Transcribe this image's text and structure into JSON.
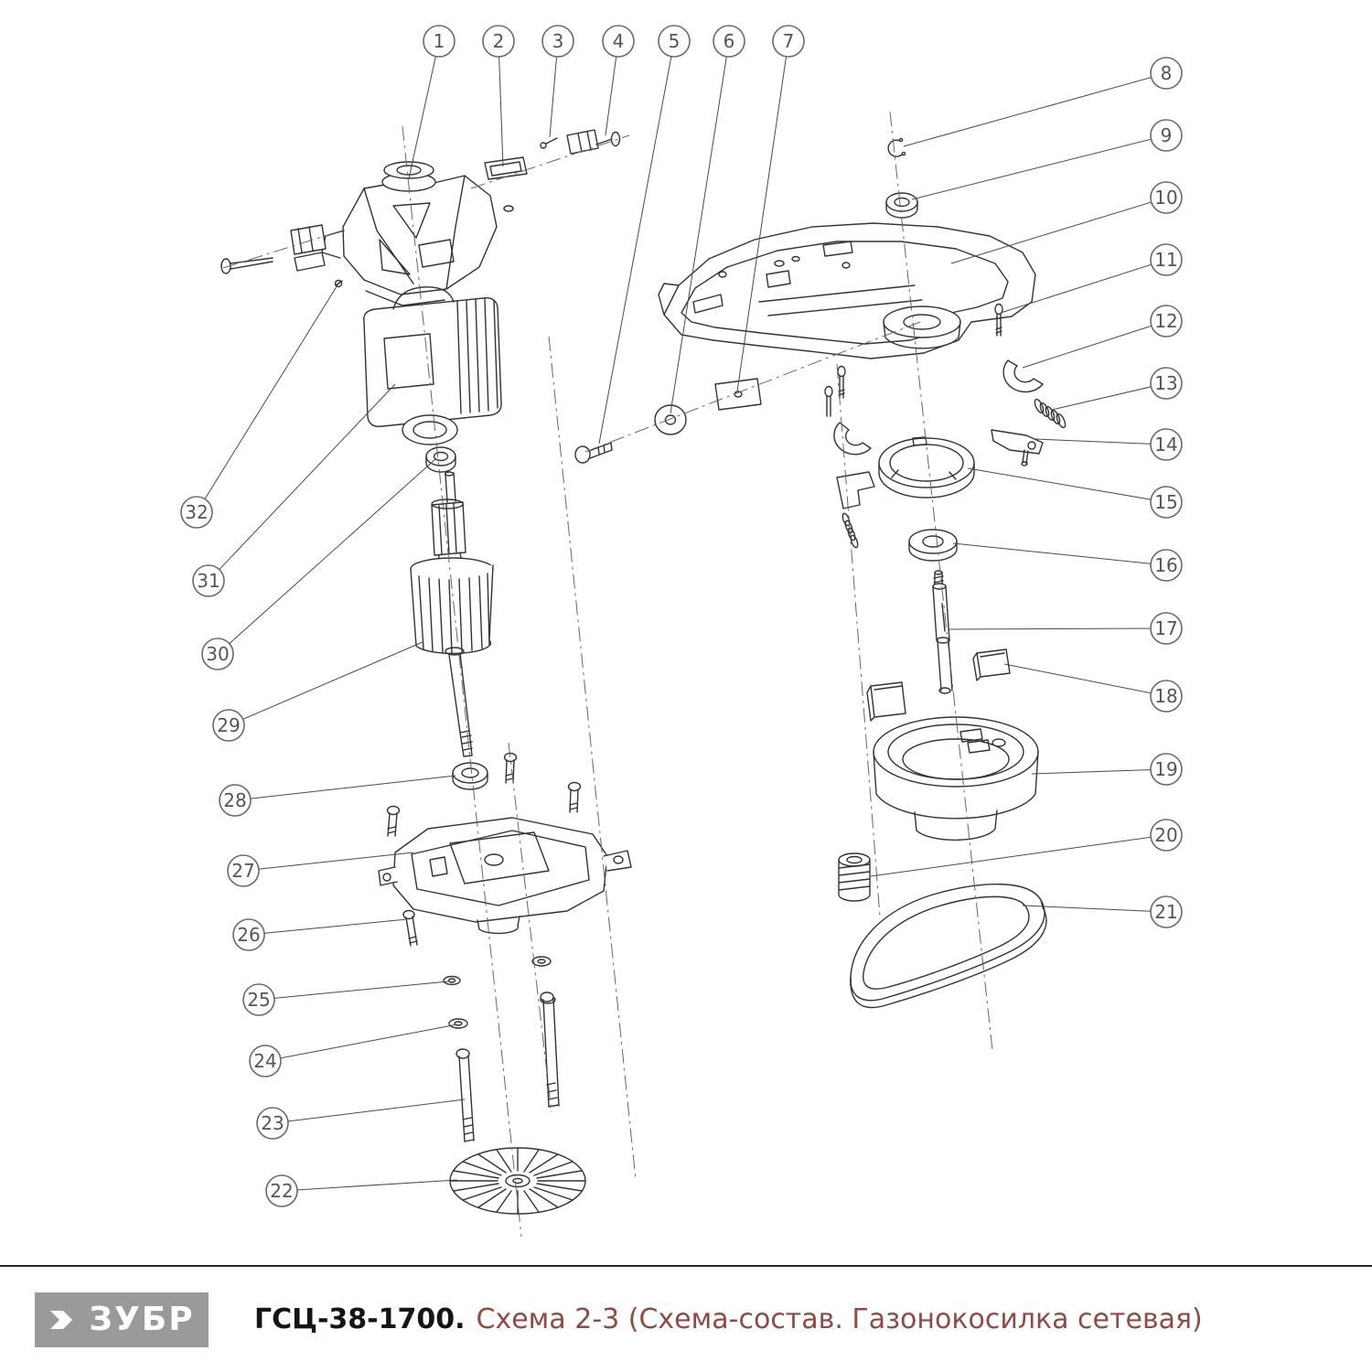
{
  "diagram": {
    "callouts": [
      "1",
      "2",
      "3",
      "4",
      "5",
      "6",
      "7",
      "8",
      "9",
      "10",
      "11",
      "12",
      "13",
      "14",
      "15",
      "16",
      "17",
      "18",
      "19",
      "20",
      "21",
      "22",
      "23",
      "24",
      "25",
      "26",
      "27",
      "28",
      "29",
      "30",
      "31",
      "32"
    ]
  },
  "footer": {
    "brand": "ЗУБР",
    "model": "ГСЦ-38-1700.",
    "subtitle": "Схема 2-3 (Схема-состав. Газонокосилка сетевая)"
  },
  "colors": {
    "line": "#333333",
    "callout_text": "#555555",
    "subtitle_text": "#8f4a44",
    "logo_background": "#9a9a9a"
  }
}
